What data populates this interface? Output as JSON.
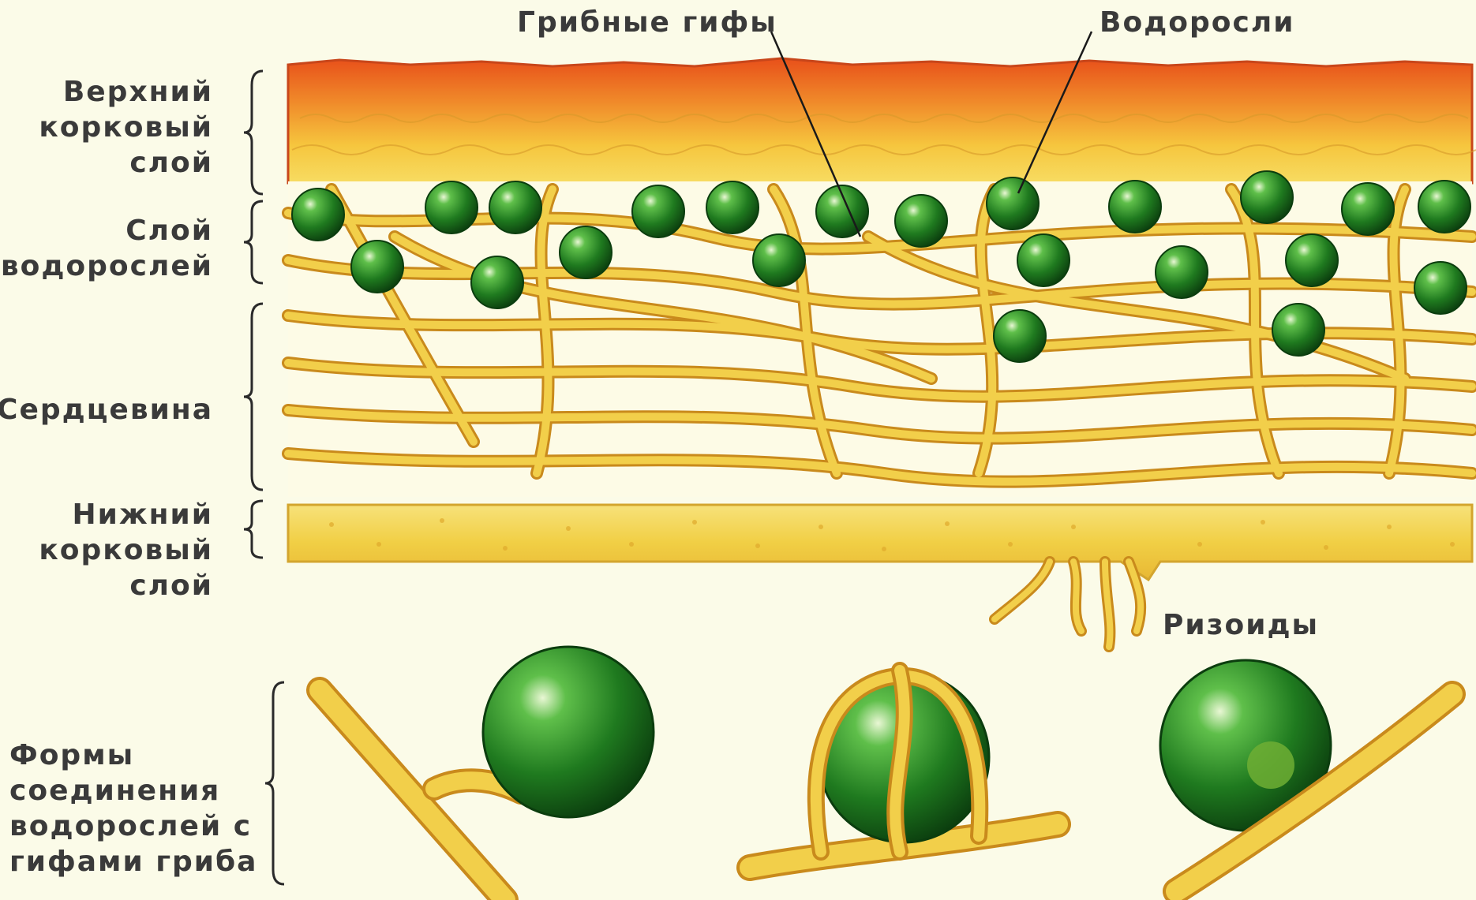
{
  "labels": {
    "hyphae": "Грибные гифы",
    "algae": "Водоросли",
    "upper_cortex": [
      "Верхний",
      "корковый",
      "слой"
    ],
    "algal_layer": [
      "Слой",
      "водорослей"
    ],
    "medulla": "Сердцевина",
    "lower_cortex": [
      "Нижний",
      "корковый",
      "слой"
    ],
    "rhizoids": "Ризоиды",
    "connection_forms": [
      "Формы",
      "соединения",
      "водорослей с",
      "гифами гриба"
    ]
  },
  "colors": {
    "background": "#fbfbe8",
    "cortex_top": "#e8501a",
    "cortex_mid": "#f4b43a",
    "hypha_fill": "#f2cf4a",
    "hypha_edge": "#c98a1c",
    "alga": "#1f7a1f",
    "lower_cortex": "#f3d34c"
  }
}
